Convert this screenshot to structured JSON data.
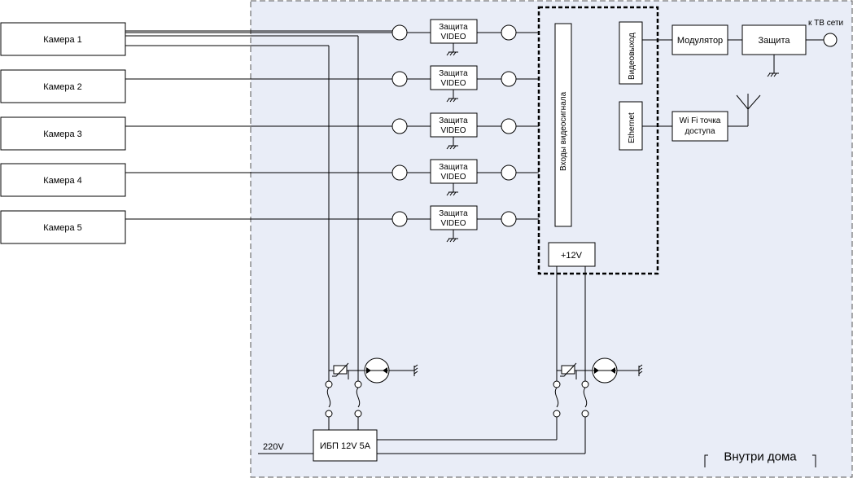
{
  "cameras": [
    {
      "label": "Камера 1"
    },
    {
      "label": "Камера 2"
    },
    {
      "label": "Камера 3"
    },
    {
      "label": "Камера 4"
    },
    {
      "label": "Камера 5"
    }
  ],
  "protection_video": {
    "line1": "Защита",
    "line2": "VIDEO"
  },
  "video_inputs": "Входы видеосигнала",
  "video_out": "Видеовыход",
  "ethernet": "Ethernet",
  "power_12v": "+12V",
  "modulator": "Модулятор",
  "protection": "Защита",
  "to_tv": "к ТВ сети",
  "wifi": {
    "line1": "Wi Fi точка",
    "line2": "доступа"
  },
  "ups": "ИБП 12V 5A",
  "mains": "220V",
  "inside_house": "Внутри дома"
}
